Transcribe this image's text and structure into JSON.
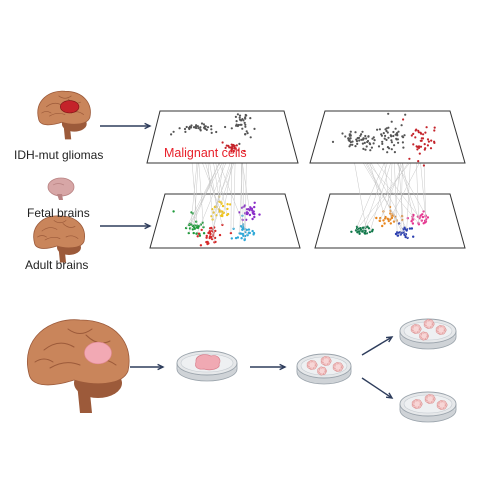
{
  "labels": {
    "idh_mut_gliomas": "IDH-mut gliomas",
    "fetal_brains": "Fetal brains",
    "adult_brains": "Adult brains",
    "malignant_cells": "Malignant cells"
  },
  "colors": {
    "brain": "#c9855b",
    "brain_dark": "#9c5a3a",
    "brain_lobe": "#d99a6e",
    "tumor_top": "#c4232a",
    "tumor_bottom": "#f2a9b4",
    "fetal_brain": "#d7a6a6",
    "malignant_points": "#555555",
    "label_red": "#e8202a",
    "arrow": "#2e3d5c",
    "plane_stroke": "#333333",
    "connector": "#c8c8c8",
    "dish_fill": "#e6e8ea",
    "dish_stroke": "#9aa3ab",
    "organoid": "#f2c2c2",
    "organoid_edge": "#d98e8e",
    "clusters": [
      "#1e9a3a",
      "#f0c419",
      "#8b2fc9",
      "#d62a2a",
      "#2ea8d8",
      "#e6338f",
      "#e8841a",
      "#2b3fb0",
      "#10784a"
    ]
  }
}
